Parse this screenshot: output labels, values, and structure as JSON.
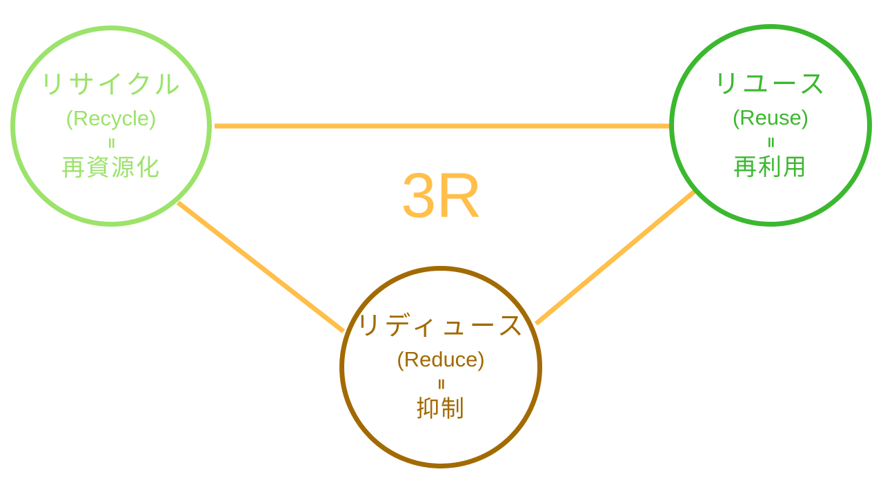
{
  "title": "3R",
  "colors": {
    "connector": "#ffbf4a",
    "title": "#ffbf4a",
    "recycle": "#9be36a",
    "reuse": "#3bb82f",
    "reduce": "#a26a02"
  },
  "nodes": {
    "recycle": {
      "katakana": "リサイクル",
      "english": "(Recycle)",
      "equals": "=",
      "meaning": "再資源化"
    },
    "reuse": {
      "katakana": "リユース",
      "english": "(Reuse)",
      "equals": "=",
      "meaning": "再利用"
    },
    "reduce": {
      "katakana": "リディュース",
      "english": "(Reduce)",
      "equals": "=",
      "meaning": "抑制"
    }
  }
}
